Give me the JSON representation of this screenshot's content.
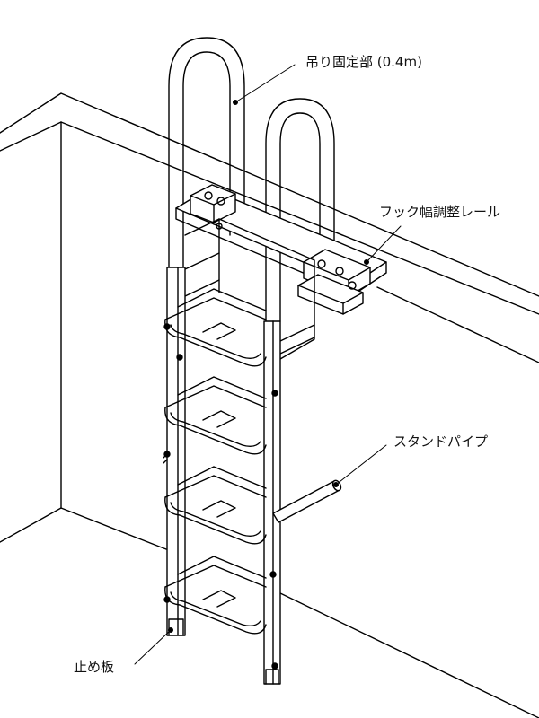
{
  "diagram": {
    "labels": {
      "hanging_part": "吊り固定部 (0.4m)",
      "hook_rail": "フック幅調整レール",
      "stand_pipe": "スタンドパイプ",
      "stop_plate": "止め板"
    }
  }
}
